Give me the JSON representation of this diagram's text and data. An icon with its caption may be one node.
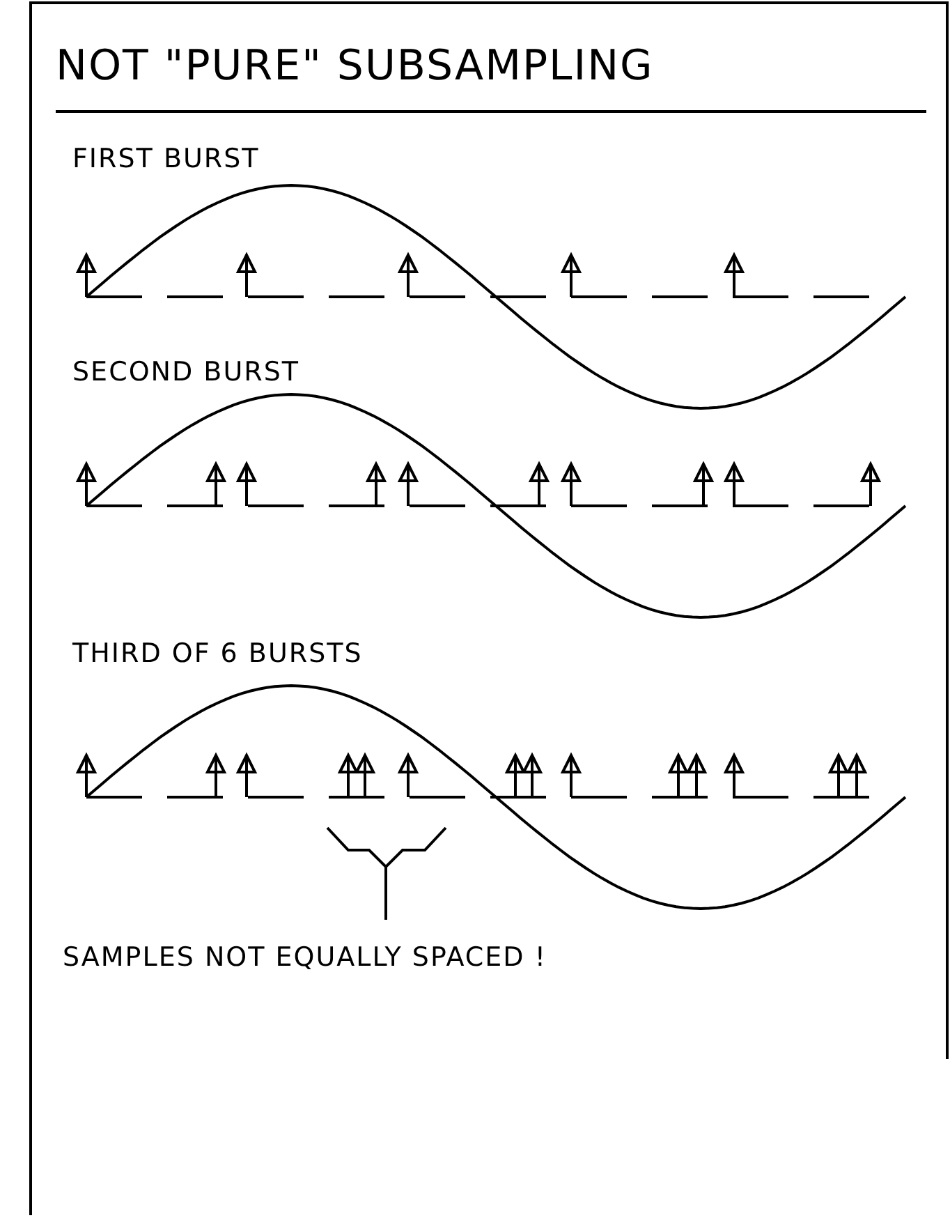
{
  "diagram": {
    "title": "NOT \"PURE\" SUBSAMPLING",
    "labels": [
      "FIRST BURST",
      "SECOND BURST",
      "THIRD OF 6 BURSTS",
      "SAMPLES NOT EQUALLY SPACED !"
    ]
  }
}
